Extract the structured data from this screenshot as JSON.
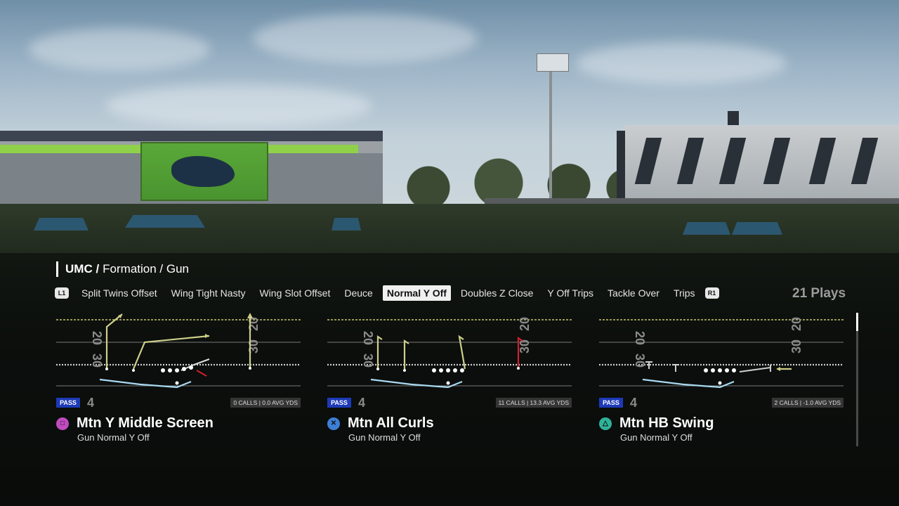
{
  "breadcrumb": {
    "league": "UMC /",
    "path": "Formation / Gun"
  },
  "tabs": {
    "left_button": "L1",
    "right_button": "R1",
    "items": [
      {
        "label": "Split Twins Offset"
      },
      {
        "label": "Wing Tight Nasty"
      },
      {
        "label": "Wing Slot Offset"
      },
      {
        "label": "Deuce"
      },
      {
        "label": "Normal Y Off",
        "active": true
      },
      {
        "label": "Doubles Z Close"
      },
      {
        "label": "Y Off Trips"
      },
      {
        "label": "Tackle Over"
      },
      {
        "label": "Trips"
      }
    ]
  },
  "plays_count": "21 Plays",
  "plays": [
    {
      "name": "Mtn Y Middle Screen",
      "formation": "Gun Normal Y Off",
      "type_badge": "PASS",
      "stats": "0 CALLS | 0.0 AVG YDS",
      "button": "square-icon",
      "button_color": "#c04bbf",
      "button_glyph": "□"
    },
    {
      "name": "Mtn All Curls",
      "formation": "Gun Normal Y Off",
      "type_badge": "PASS",
      "stats": "11 CALLS | 13.3 AVG YDS",
      "button": "cross-icon",
      "button_color": "#3d7fd6",
      "button_glyph": "✕"
    },
    {
      "name": "Mtn HB Swing",
      "formation": "Gun Normal Y Off",
      "type_badge": "PASS",
      "stats": "2 CALLS | -1.0 AVG YDS",
      "button": "triangle-icon",
      "button_color": "#2fb39a",
      "button_glyph": "△"
    }
  ],
  "field_numbers": [
    "20",
    "30",
    "30",
    "20",
    "4"
  ],
  "colors": {
    "route": "#cfcf8a",
    "hot_route": "#d02030",
    "motion": "#a9d8f0",
    "pass_badge": "#1d3ab8"
  }
}
